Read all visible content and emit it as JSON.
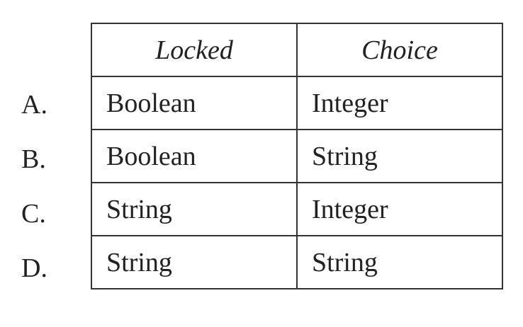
{
  "table": {
    "headers": [
      "Locked",
      "Choice"
    ],
    "rows": [
      {
        "letter": "A.",
        "cells": [
          "Boolean",
          "Integer"
        ]
      },
      {
        "letter": "B.",
        "cells": [
          "Boolean",
          "String"
        ]
      },
      {
        "letter": "C.",
        "cells": [
          "String",
          "Integer"
        ]
      },
      {
        "letter": "D.",
        "cells": [
          "String",
          "String"
        ]
      }
    ]
  }
}
